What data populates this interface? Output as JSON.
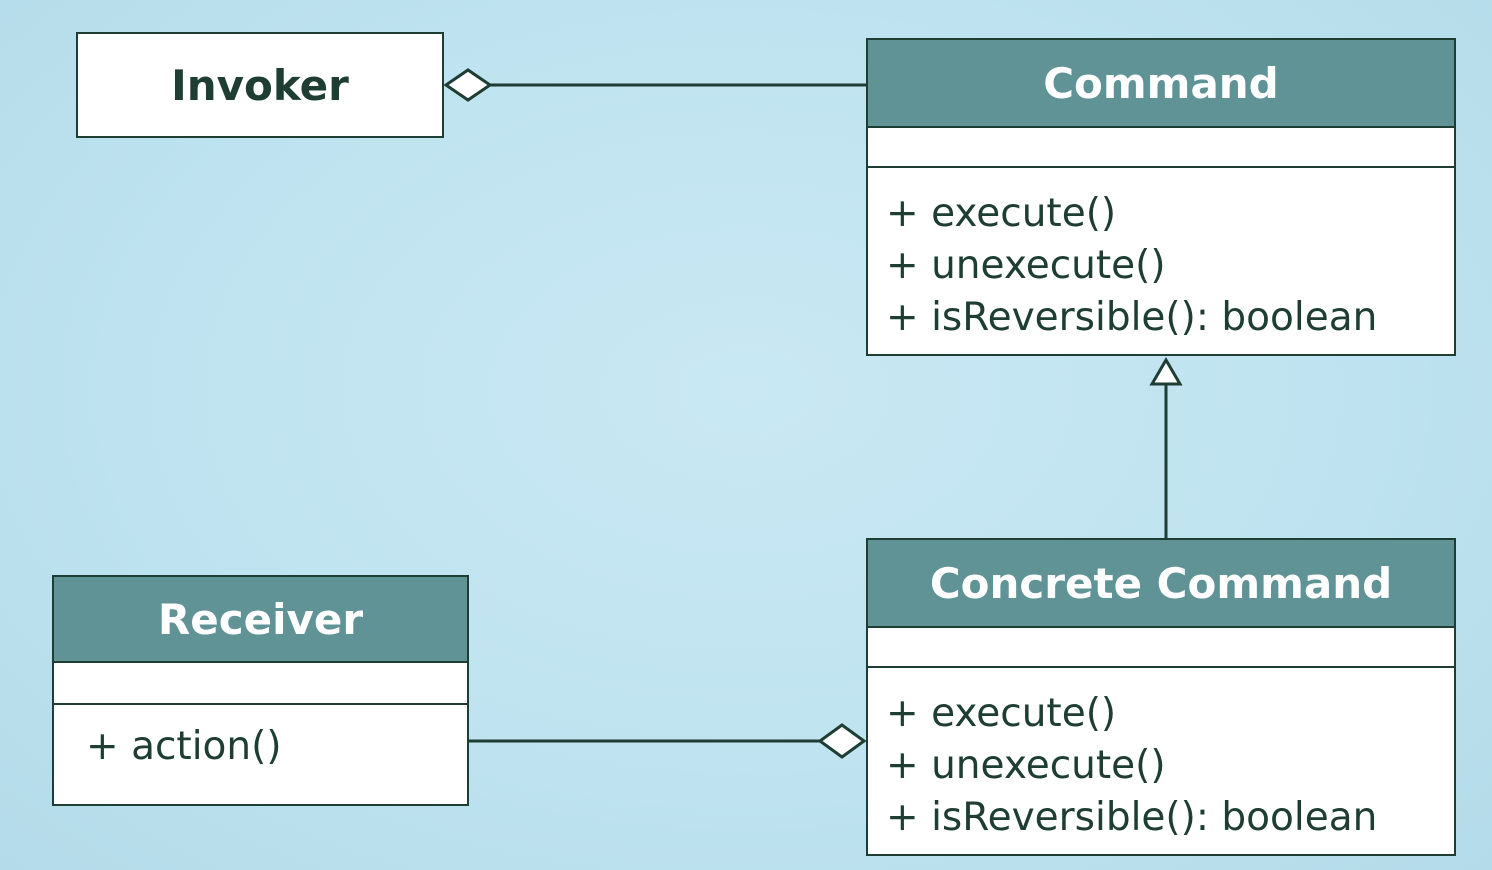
{
  "diagram": {
    "invoker": {
      "name": "Invoker"
    },
    "command": {
      "name": "Command",
      "operations": [
        "+ execute()",
        "+ unexecute()",
        "+ isReversible(): boolean"
      ]
    },
    "concrete_command": {
      "name": "Concrete Command",
      "operations": [
        "+ execute()",
        "+ unexecute()",
        "+ isReversible(): boolean"
      ]
    },
    "receiver": {
      "name": "Receiver",
      "operations": [
        "+ action()"
      ]
    },
    "colors": {
      "background": "#bfe3f0",
      "header": "#5f9395",
      "line": "#1e3d33",
      "box": "#ffffff"
    }
  }
}
